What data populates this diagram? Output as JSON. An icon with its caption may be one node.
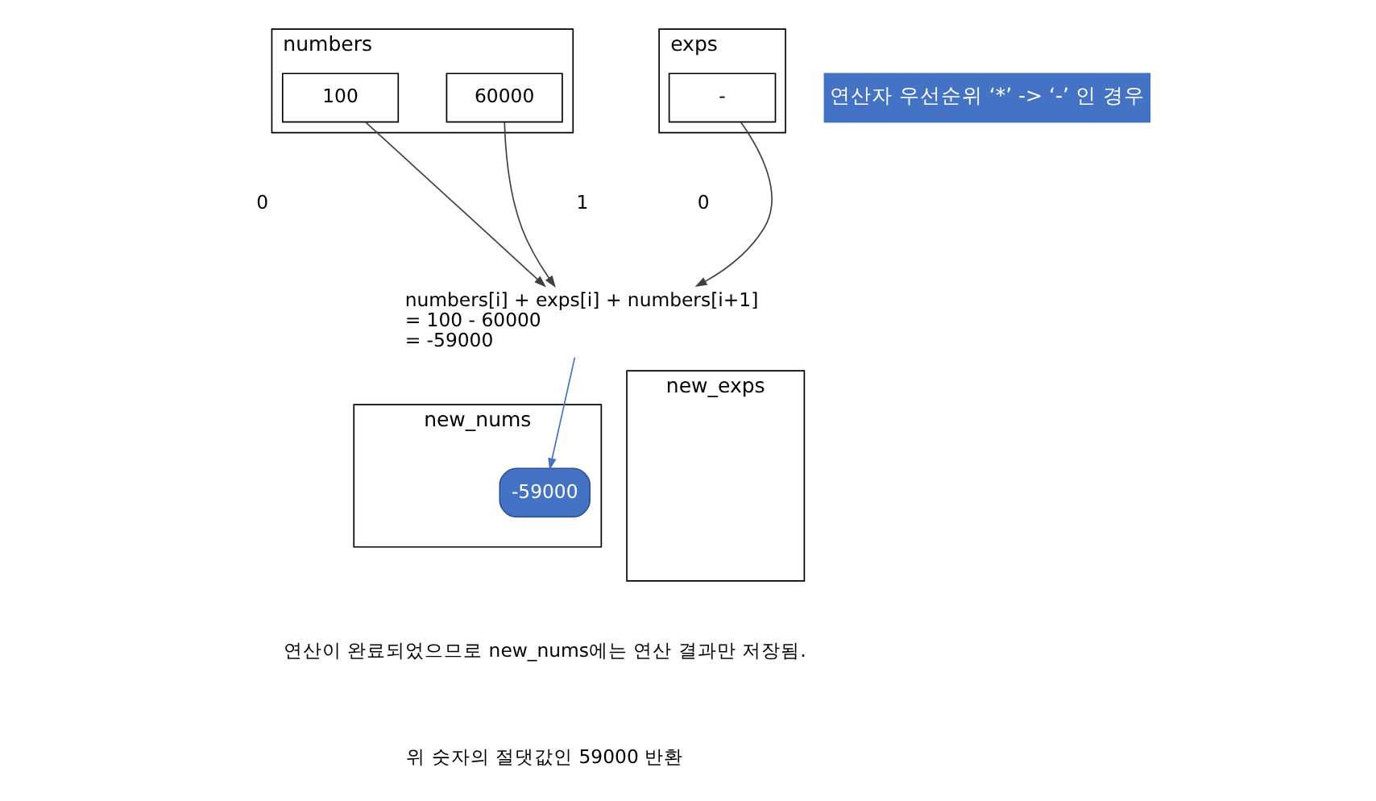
{
  "diagram": {
    "nodes": [
      {
        "text": [
          "numbers"
        ]
      },
      {
        "text": [
          "100"
        ],
        "in": 0
      },
      {
        "text": [
          "60000"
        ],
        "in": 0
      },
      {
        "text": [
          "exps"
        ]
      },
      {
        "text": [
          "-"
        ],
        "in": 3
      },
      {
        "text": [
          "numbers[i] + exps[i] + numbers[i+1]",
          "= 100 - 60000",
          "= -59000"
        ]
      },
      {
        "text": [
          "new_nums"
        ]
      },
      {
        "text": [
          "-59000"
        ],
        "in": 6
      },
      {
        "text": [
          "new_exps"
        ]
      },
      {
        "text": [
          "연산자 우선순위 ‘*’ -> ‘-’ 인 경우"
        ]
      }
    ],
    "edges": [
      {
        "from": 1,
        "to": 5,
        "arrow": "to"
      },
      {
        "from": 4,
        "to": 5,
        "arrow": "to"
      },
      {
        "from": 2,
        "to": 5,
        "arrow": "to"
      },
      {
        "from": 5,
        "to": 7,
        "arrow": "to",
        "color": "#4472c4"
      }
    ],
    "labels": [
      "0",
      "1",
      "0",
      "연산이 완료되었으므로 new_nums에는 연산 결과만 저장됨.",
      "위 숫자의 절댓값인 59000 반환"
    ]
  }
}
